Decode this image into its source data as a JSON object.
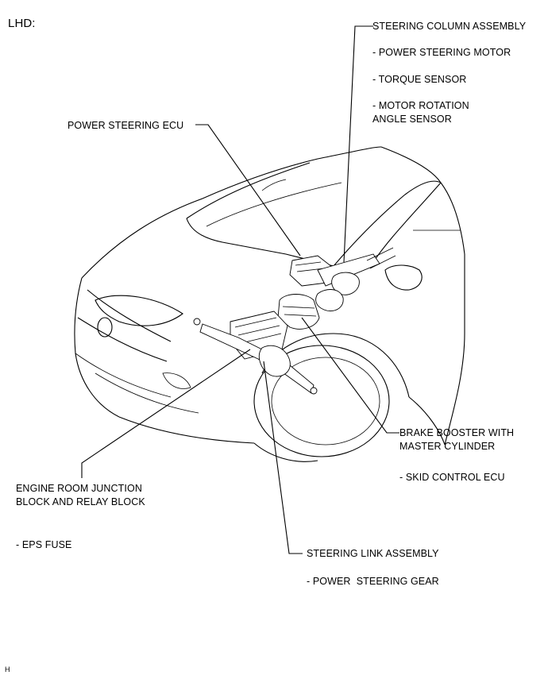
{
  "header": {
    "variant": "LHD:"
  },
  "labels": {
    "steering_column": {
      "title": "STEERING COLUMN ASSEMBLY",
      "items": [
        "- POWER STEERING MOTOR",
        "- TORQUE SENSOR",
        "- MOTOR ROTATION\nANGLE SENSOR"
      ]
    },
    "power_steering_ecu": {
      "title": "POWER STEERING ECU"
    },
    "brake_booster": {
      "title": "BRAKE BOOSTER WITH\nMASTER CYLINDER",
      "items": [
        "- SKID CONTROL ECU"
      ]
    },
    "engine_room_junction": {
      "title": "ENGINE ROOM JUNCTION\nBLOCK AND RELAY BLOCK",
      "items": [
        "- EPS FUSE"
      ]
    },
    "steering_link": {
      "title": "STEERING LINK ASSEMBLY",
      "items": [
        "- POWER  STEERING GEAR"
      ]
    }
  },
  "footer": {
    "code": "H"
  }
}
